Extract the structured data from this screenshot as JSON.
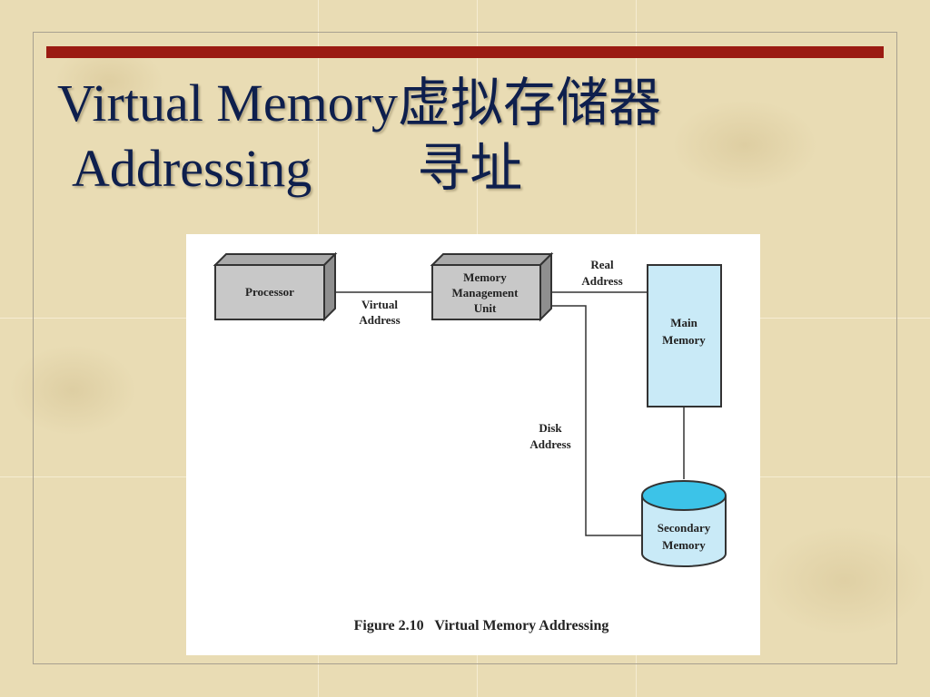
{
  "slide": {
    "title_line1": "Virtual Memory虚拟存储器",
    "title_line2": "Addressing　　寻址"
  },
  "diagram": {
    "processor": "Processor",
    "mmu": [
      "Memory",
      "Management",
      "Unit"
    ],
    "virtual_address": [
      "Virtual",
      "Address"
    ],
    "real_address": [
      "Real",
      "Address"
    ],
    "main_memory": [
      "Main",
      "Memory"
    ],
    "disk_address": [
      "Disk",
      "Address"
    ],
    "secondary_memory": [
      "Secondary",
      "Memory"
    ],
    "caption": "Figure 2.10   Virtual Memory Addressing",
    "colors": {
      "box_gray": "#c8c8c8",
      "box_gray_side": "#8f8f8f",
      "memory_fill": "#c9eaf7",
      "disk_top": "#3cc3e8",
      "stroke": "#333333"
    }
  }
}
